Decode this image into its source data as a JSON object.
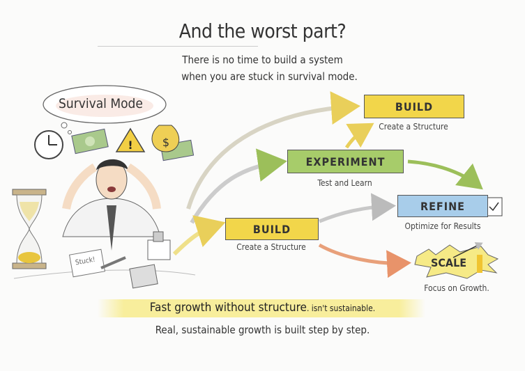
{
  "title": "And the worst part?",
  "subtitle": [
    "There is no time to build a system",
    "when you are stuck in survival mode."
  ],
  "illustration": {
    "thought_bubble": "Survival Mode",
    "note": "Stuck!",
    "icons": [
      "clock-icon",
      "money-icon",
      "warning-icon",
      "money-bag-icon",
      "hourglass-icon",
      "calculator-icon"
    ]
  },
  "steps": {
    "build_top": {
      "label": "BUILD",
      "caption": "Create a Structure"
    },
    "experiment": {
      "label": "EXPERIMENT",
      "caption": "Test and Learn"
    },
    "refine": {
      "label": "REFINE",
      "caption": "Optimize for Results"
    },
    "build_mid": {
      "label": "BUILD",
      "caption": "Create a Structure"
    },
    "scale": {
      "label": "SCALE",
      "caption": "Focus on Growth."
    }
  },
  "footer": {
    "highlight_main": "Fast growth without structure",
    "highlight_small": ". isn't sustainable.",
    "line": "Real, sustainable growth is built step by step."
  },
  "colors": {
    "yellow": "#f2d64a",
    "green": "#a7cc6a",
    "blue": "#a8cdea",
    "orange": "#e8936a"
  }
}
